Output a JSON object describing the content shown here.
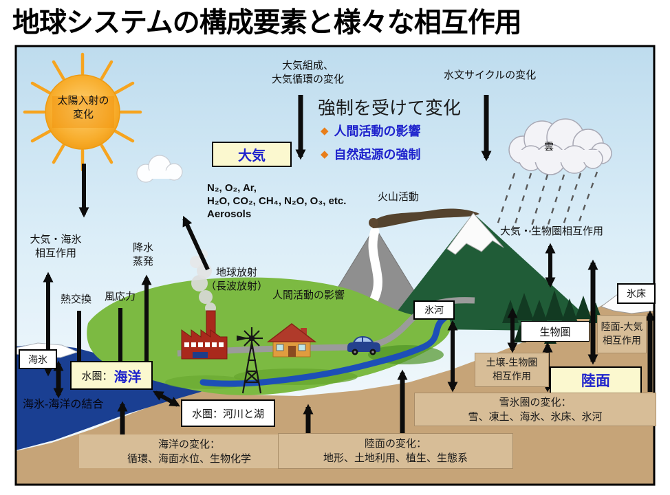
{
  "title": "地球システムの構成要素と様々な相互作用",
  "colors": {
    "accent_blue": "#1E22CC",
    "bullet_orange": "#E87E1A",
    "box_yellow": "#FBF8CF",
    "panel_tan": "#D7BD97",
    "ocean_blue": "#1A3F92",
    "land_green": "#7CBA42",
    "mountain_green": "#205C37",
    "ground_tan": "#C6A478"
  },
  "icons": {
    "bullet_marker": "◆",
    "sun_icon": "sun with rays",
    "rain_cloud_icon": "cloud with rain",
    "volcano_icon": "erupting volcano",
    "factory_icon": "factory with smoke",
    "windmill_icon": "windmill",
    "house_icon": "house",
    "car_icon": "car"
  },
  "labels": {
    "sun": "太陽入射の\n変化",
    "atmos_composition": "大気組成、\n大気循環の変化",
    "hydro_cycle": "水文サイクルの変化",
    "forced_change": "強制を受けて変化",
    "bullet1": "人間活動の影響",
    "bullet2": "自然起源の強制",
    "atmosphere_box": "大気",
    "gases": [
      "N₂, O₂,  Ar,",
      "H₂O, CO₂, CH₄, N₂O, O₃, etc.",
      "Aerosols"
    ],
    "volcano": "火山活動",
    "cloud": "雲",
    "atm_seaice": "大気・海氷\n相互作用",
    "precip_evap": "降水\n蒸発",
    "heat_exchange": "熱交換",
    "wind_stress": "風応力",
    "earth_radiation": "地球放射\n（長波放射）",
    "human_activity": "人間活動の影響",
    "atm_bio": "大気・生物圏相互作用",
    "ice_sheet": "氷床",
    "glacier": "氷河",
    "sea_ice": "海氷",
    "hydrosphere_ocean_prefix": "水圏：",
    "hydrosphere_ocean_value": "海洋",
    "seaice_ocean_coupling": "海氷-海洋の結合",
    "rivers_lakes": "水圏：河川と湖",
    "biosphere": "生物圏",
    "land_atm": "陸面-大気\n相互作用",
    "soil_bio": "土壌-生物圏\n相互作用",
    "land_box": "陸面",
    "cryosphere_change": "雪氷圏の変化：\n雪、凍土、海氷、氷床、氷河",
    "ocean_change": "海洋の変化：\n循環、海面水位、生物化学",
    "land_change": "陸面の変化：\n地形、土地利用、植生、生態系"
  }
}
